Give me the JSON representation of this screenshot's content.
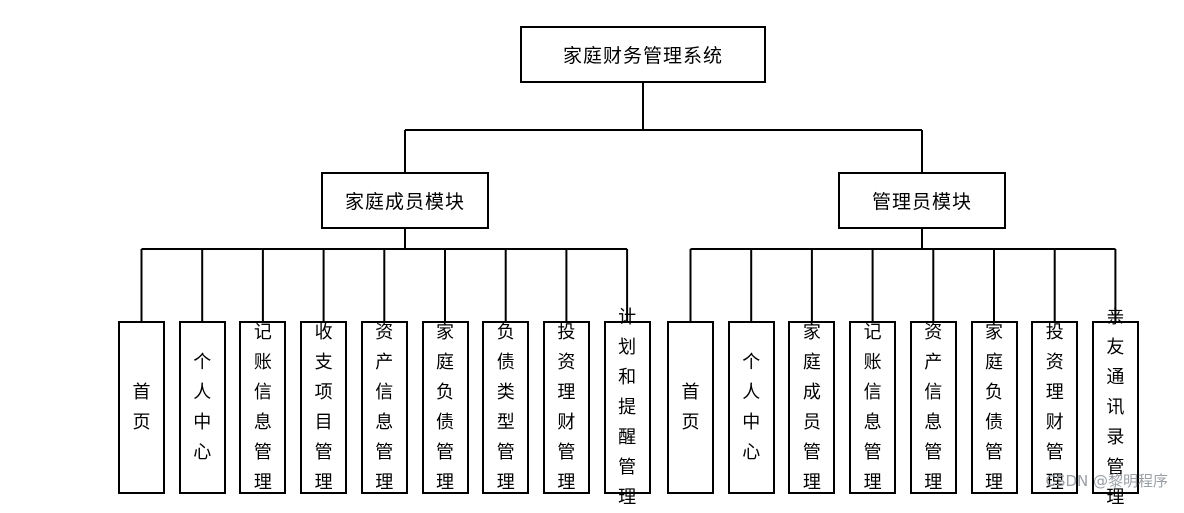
{
  "title": "家庭财务管理系统",
  "modules": [
    {
      "name": "家庭成员模块",
      "children": [
        "首页",
        "个人中心",
        "记账信息管理",
        "收支项目管理",
        "资产信息管理",
        "家庭负债管理",
        "负债类型管理",
        "投资理财管理",
        "计划和提醒管理"
      ]
    },
    {
      "name": "管理员模块",
      "children": [
        "首页",
        "个人中心",
        "家庭成员管理",
        "记账信息管理",
        "资产信息管理",
        "家庭负债管理",
        "投资理财管理",
        "亲友通讯录管理"
      ]
    }
  ],
  "watermark": "CSDN @黎明程序"
}
